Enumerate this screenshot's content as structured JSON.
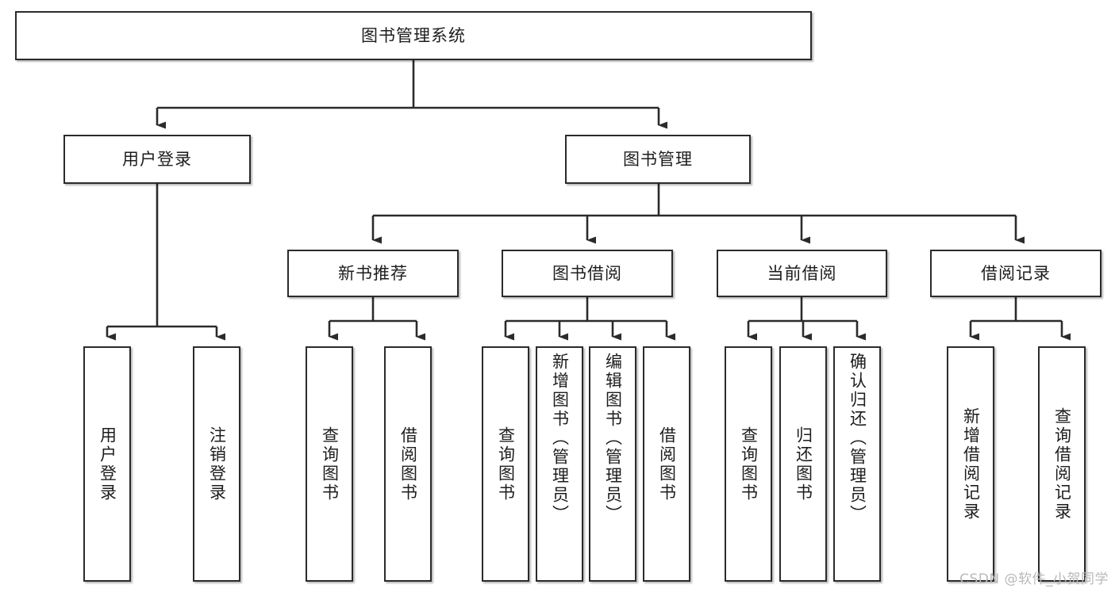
{
  "diagram": {
    "title": "图书管理系统",
    "type": "hierarchical-function-tree",
    "style": {
      "box_border_color": "#2b2b2b",
      "box_fill_color": "#ffffff",
      "connector_color": "#2b2b2b",
      "text_color": "#1d1d1d",
      "watermark_color": "#b9b9b9",
      "background_color": "#ffffff"
    },
    "levels": [
      {
        "level": 1,
        "nodes": [
          {
            "id": "root",
            "label": "图书管理系统"
          }
        ]
      },
      {
        "level": 2,
        "nodes": [
          {
            "id": "user-login",
            "label": "用户登录",
            "parent": "root"
          },
          {
            "id": "book-management",
            "label": "图书管理",
            "parent": "root"
          }
        ]
      },
      {
        "level": 3,
        "nodes": [
          {
            "id": "new-book-recommend",
            "label": "新书推荐",
            "parent": "book-management"
          },
          {
            "id": "book-borrow",
            "label": "图书借阅",
            "parent": "book-management"
          },
          {
            "id": "current-borrow",
            "label": "当前借阅",
            "parent": "book-management"
          },
          {
            "id": "borrow-record",
            "label": "借阅记录",
            "parent": "book-management"
          }
        ]
      },
      {
        "level": 4,
        "nodes": [
          {
            "id": "leaf-user-login",
            "label": "用户登录",
            "parent": "user-login"
          },
          {
            "id": "leaf-logout-login",
            "label": "注销登录",
            "parent": "user-login"
          },
          {
            "id": "leaf-query-book-1",
            "label": "查询图书",
            "parent": "new-book-recommend"
          },
          {
            "id": "leaf-borrow-book-1",
            "label": "借阅图书",
            "parent": "new-book-recommend"
          },
          {
            "id": "leaf-query-book-2",
            "label": "查询图书",
            "parent": "book-borrow"
          },
          {
            "id": "leaf-add-book-admin",
            "label": "新增图书（管理员）",
            "parent": "book-borrow"
          },
          {
            "id": "leaf-edit-book-admin",
            "label": "编辑图书（管理员）",
            "parent": "book-borrow"
          },
          {
            "id": "leaf-borrow-book-2",
            "label": "借阅图书",
            "parent": "book-borrow"
          },
          {
            "id": "leaf-query-book-3",
            "label": "查询图书",
            "parent": "current-borrow"
          },
          {
            "id": "leaf-return-book",
            "label": "归还图书",
            "parent": "current-borrow"
          },
          {
            "id": "leaf-confirm-return-admin",
            "label": "确认归还（管理员）",
            "parent": "current-borrow"
          },
          {
            "id": "leaf-add-borrow-record",
            "label": "新增借阅记录",
            "parent": "borrow-record"
          },
          {
            "id": "leaf-query-borrow-record",
            "label": "查询借阅记录",
            "parent": "borrow-record"
          }
        ]
      }
    ]
  },
  "watermark": {
    "text": "CSDN @软件_小贺同学"
  }
}
